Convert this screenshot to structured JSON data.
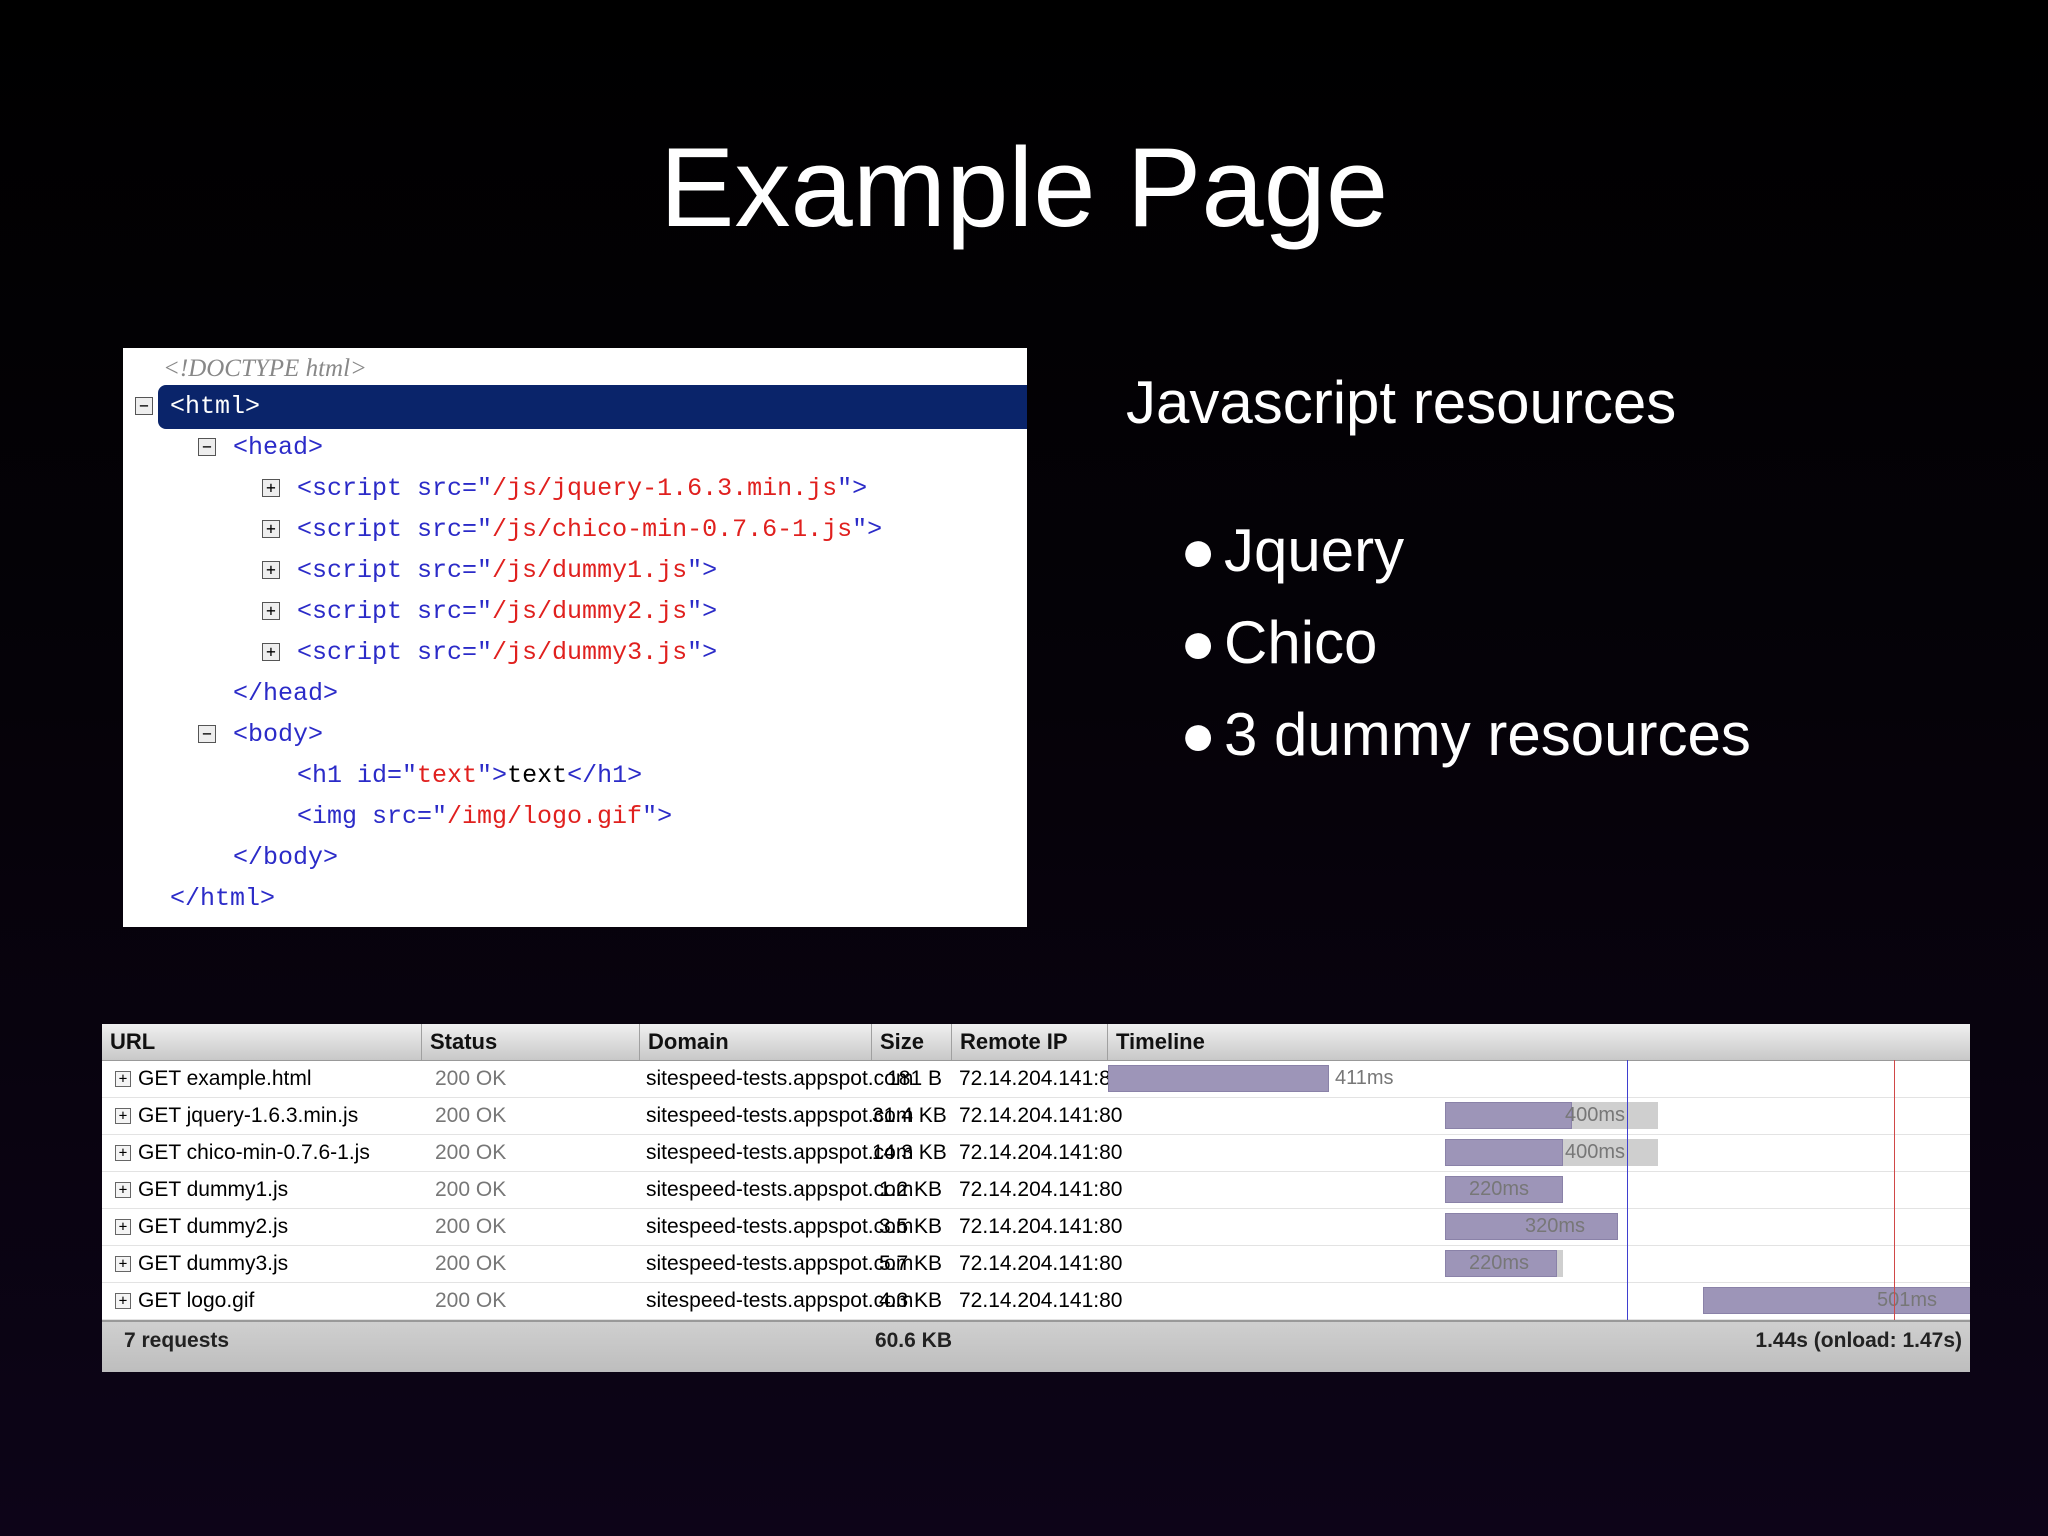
{
  "slide": {
    "title": "Example Page"
  },
  "dom_tree": {
    "doctype": "<!DOCTYPE html>",
    "html_open": "<html>",
    "head_open": "<head>",
    "scripts": [
      {
        "src": "/js/jquery-1.6.3.min.js"
      },
      {
        "src": "/js/chico-min-0.7.6-1.js"
      },
      {
        "src": "/js/dummy1.js"
      },
      {
        "src": "/js/dummy2.js"
      },
      {
        "src": "/js/dummy3.js"
      }
    ],
    "head_close": "</head>",
    "body_open": "<body>",
    "h1": {
      "id": "text",
      "text": "text"
    },
    "img_src": "/img/logo.gif",
    "body_close": "</body>",
    "html_close": "</html>"
  },
  "resources": {
    "heading": "Javascript resources",
    "items": [
      "Jquery",
      "Chico",
      "3 dummy resources"
    ]
  },
  "network": {
    "columns": [
      "URL",
      "Status",
      "Domain",
      "Size",
      "Remote IP",
      "Timeline"
    ],
    "rows": [
      {
        "url": "GET example.html",
        "status": "200 OK",
        "domain": "sitespeed-tests.appspot.com",
        "size": "181 B",
        "ip": "72.14.204.141:80",
        "time": "411ms"
      },
      {
        "url": "GET jquery-1.6.3.min.js",
        "status": "200 OK",
        "domain": "sitespeed-tests.appspot.com",
        "size": "31.4 KB",
        "ip": "72.14.204.141:80",
        "time": "400ms"
      },
      {
        "url": "GET chico-min-0.7.6-1.js",
        "status": "200 OK",
        "domain": "sitespeed-tests.appspot.com",
        "size": "14.3 KB",
        "ip": "72.14.204.141:80",
        "time": "400ms"
      },
      {
        "url": "GET dummy1.js",
        "status": "200 OK",
        "domain": "sitespeed-tests.appspot.com",
        "size": "1.2 KB",
        "ip": "72.14.204.141:80",
        "time": "220ms"
      },
      {
        "url": "GET dummy2.js",
        "status": "200 OK",
        "domain": "sitespeed-tests.appspot.com",
        "size": "3.5 KB",
        "ip": "72.14.204.141:80",
        "time": "320ms"
      },
      {
        "url": "GET dummy3.js",
        "status": "200 OK",
        "domain": "sitespeed-tests.appspot.com",
        "size": "5.7 KB",
        "ip": "72.14.204.141:80",
        "time": "220ms"
      },
      {
        "url": "GET logo.gif",
        "status": "200 OK",
        "domain": "sitespeed-tests.appspot.com",
        "size": "4.3 KB",
        "ip": "72.14.204.141:80",
        "time": "501ms"
      }
    ],
    "footer": {
      "requests": "7 requests",
      "total_size": "60.6 KB",
      "total_time": "1.44s (onload: 1.47s)"
    },
    "colors": {
      "bar": "#9d95b8",
      "wait": "#cfcfcf",
      "dom_line": "#3f3fd0",
      "load_line": "#d04848"
    }
  }
}
